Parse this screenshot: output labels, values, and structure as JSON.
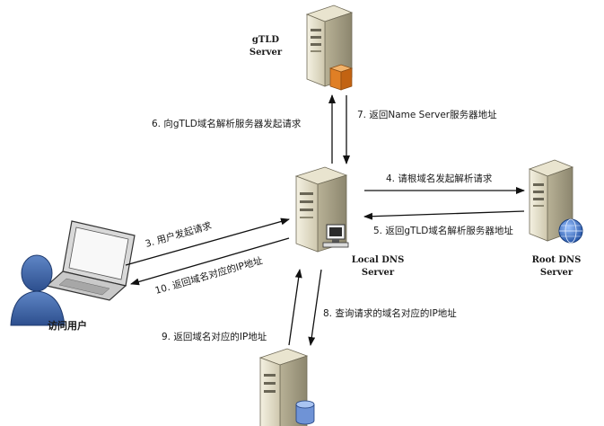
{
  "nodes": {
    "gtld": {
      "line1": "gTLD",
      "line2": "Server"
    },
    "local_dns": {
      "line1": "Local DNS",
      "line2": "Server"
    },
    "root_dns": {
      "line1": "Root DNS",
      "line2": "Server"
    },
    "user": {
      "label": "访问用户"
    }
  },
  "steps": {
    "s3": "3. 用户发起请求",
    "s4": "4. 请根域名发起解析请求",
    "s5": "5. 返回gTLD域名解析服务器地址",
    "s6": "6. 向gTLD域名解析服务器发起请求",
    "s7": "7. 返回Name Server服务器地址",
    "s8": "8. 查询请求的域名对应的IP地址",
    "s9": "9. 返回域名对应的IP地址",
    "s10": "10. 返回域名对应的IP地址"
  }
}
